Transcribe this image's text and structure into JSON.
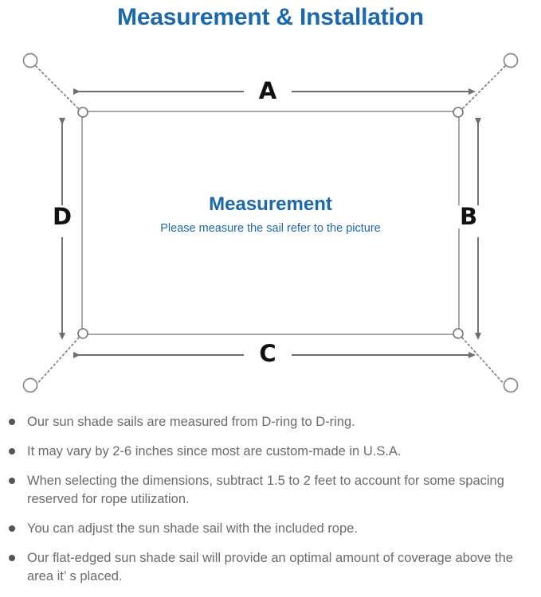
{
  "header": {
    "title": "Measurement & Installation",
    "title_color": "#1a68ad"
  },
  "diagram": {
    "name": "sun-shade-sail-measurement-diagram",
    "center_title": "Measurement",
    "center_subtitle": "Please measure the sail refer to the picture",
    "center_text_color": "#1a68ad",
    "sail_stroke_color": "#8a8a8a",
    "arrow_color": "#6e6e6e",
    "anchor_stroke_color": "#8a8a8a",
    "dotted_line_color": "#7a7a7a",
    "dimension_labels": {
      "top": "A",
      "right": "B",
      "bottom": "C",
      "left": "D"
    },
    "corners": [
      {
        "name": "d-ring-top-left"
      },
      {
        "name": "d-ring-top-right"
      },
      {
        "name": "d-ring-bottom-right"
      },
      {
        "name": "d-ring-bottom-left"
      }
    ],
    "anchors": [
      {
        "name": "anchor-point-top-left"
      },
      {
        "name": "anchor-point-top-right"
      },
      {
        "name": "anchor-point-bottom-right"
      },
      {
        "name": "anchor-point-bottom-left"
      }
    ]
  },
  "notes": [
    "Our sun shade sails are measured from D-ring to D-ring.",
    "It may vary by 2-6 inches since most are custom-made in U.S.A.",
    "When selecting the dimensions, subtract 1.5 to 2 feet to account for some spacing reserved for rope utilization.",
    "You can adjust the sun shade sail with the included rope.",
    "Our flat-edged sun shade sail will provide an optimal amount of coverage above the area it’ s placed."
  ]
}
